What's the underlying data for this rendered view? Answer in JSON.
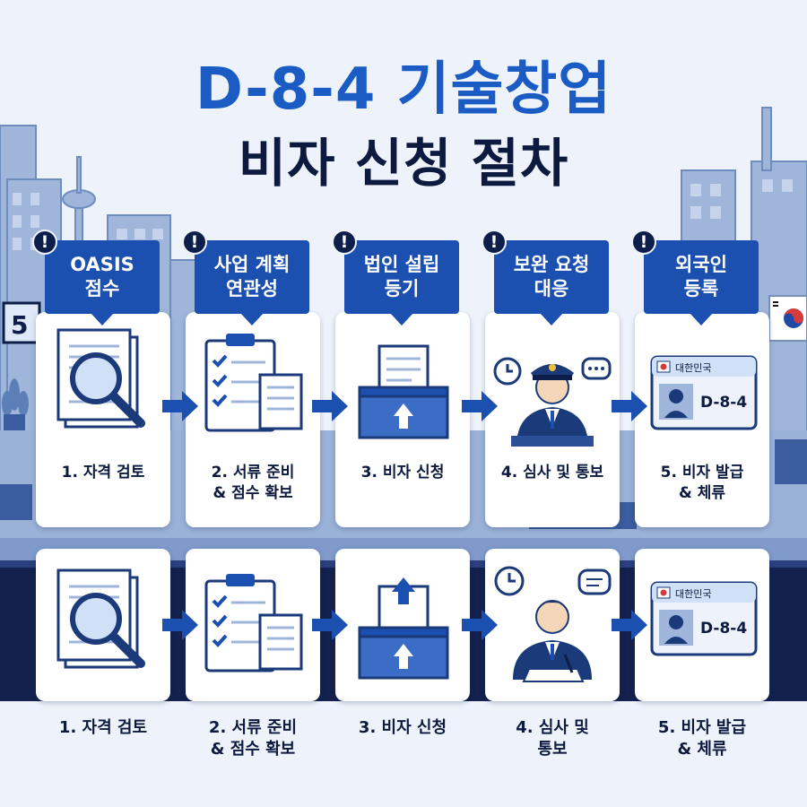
{
  "title": {
    "line1": "D-8-4 기술창업",
    "line2": "비자 신청 절차"
  },
  "alert_icon": "!",
  "tags": [
    {
      "line1": "OASIS",
      "line2": "점수"
    },
    {
      "line1": "사업 계획",
      "line2": "연관성"
    },
    {
      "line1": "법인 설립",
      "line2": "등기"
    },
    {
      "line1": "보완 요청",
      "line2": "대응"
    },
    {
      "line1": "외국인",
      "line2": "등록"
    }
  ],
  "steps_row1": [
    {
      "line1": "1. 자격 검토",
      "line2": ""
    },
    {
      "line1": "2. 서류 준비",
      "line2": "& 점수 확보"
    },
    {
      "line1": "3. 비자 신청",
      "line2": ""
    },
    {
      "line1": "4. 심사 및 통보",
      "line2": ""
    },
    {
      "line1": "5. 비자 발급",
      "line2": "& 체류"
    }
  ],
  "steps_row2": [
    {
      "line1": "1. 자격 검토",
      "line2": ""
    },
    {
      "line1": "2. 서류 준비",
      "line2": "& 점수 확보"
    },
    {
      "line1": "3. 비자 신청",
      "line2": ""
    },
    {
      "line1": "4. 심사 및",
      "line2": "통보"
    },
    {
      "line1": "5. 비자 발급",
      "line2": "& 체류"
    }
  ],
  "id_card": {
    "country": "대한민국",
    "visa": "D-8-4"
  },
  "building_sign": "5",
  "icons": [
    "magnifier-document-icon",
    "checklist-icon",
    "ballot-box-icon",
    "officer-icon",
    "id-card-icon",
    "arrow-right-icon",
    "alert-icon",
    "clock-icon",
    "speech-bubble-icon",
    "korea-flag-icon"
  ],
  "colors": {
    "primary": "#1b4fb0",
    "title_blue": "#1a5bc4",
    "navy": "#0c1a3f",
    "dark_band": "#14214f"
  }
}
